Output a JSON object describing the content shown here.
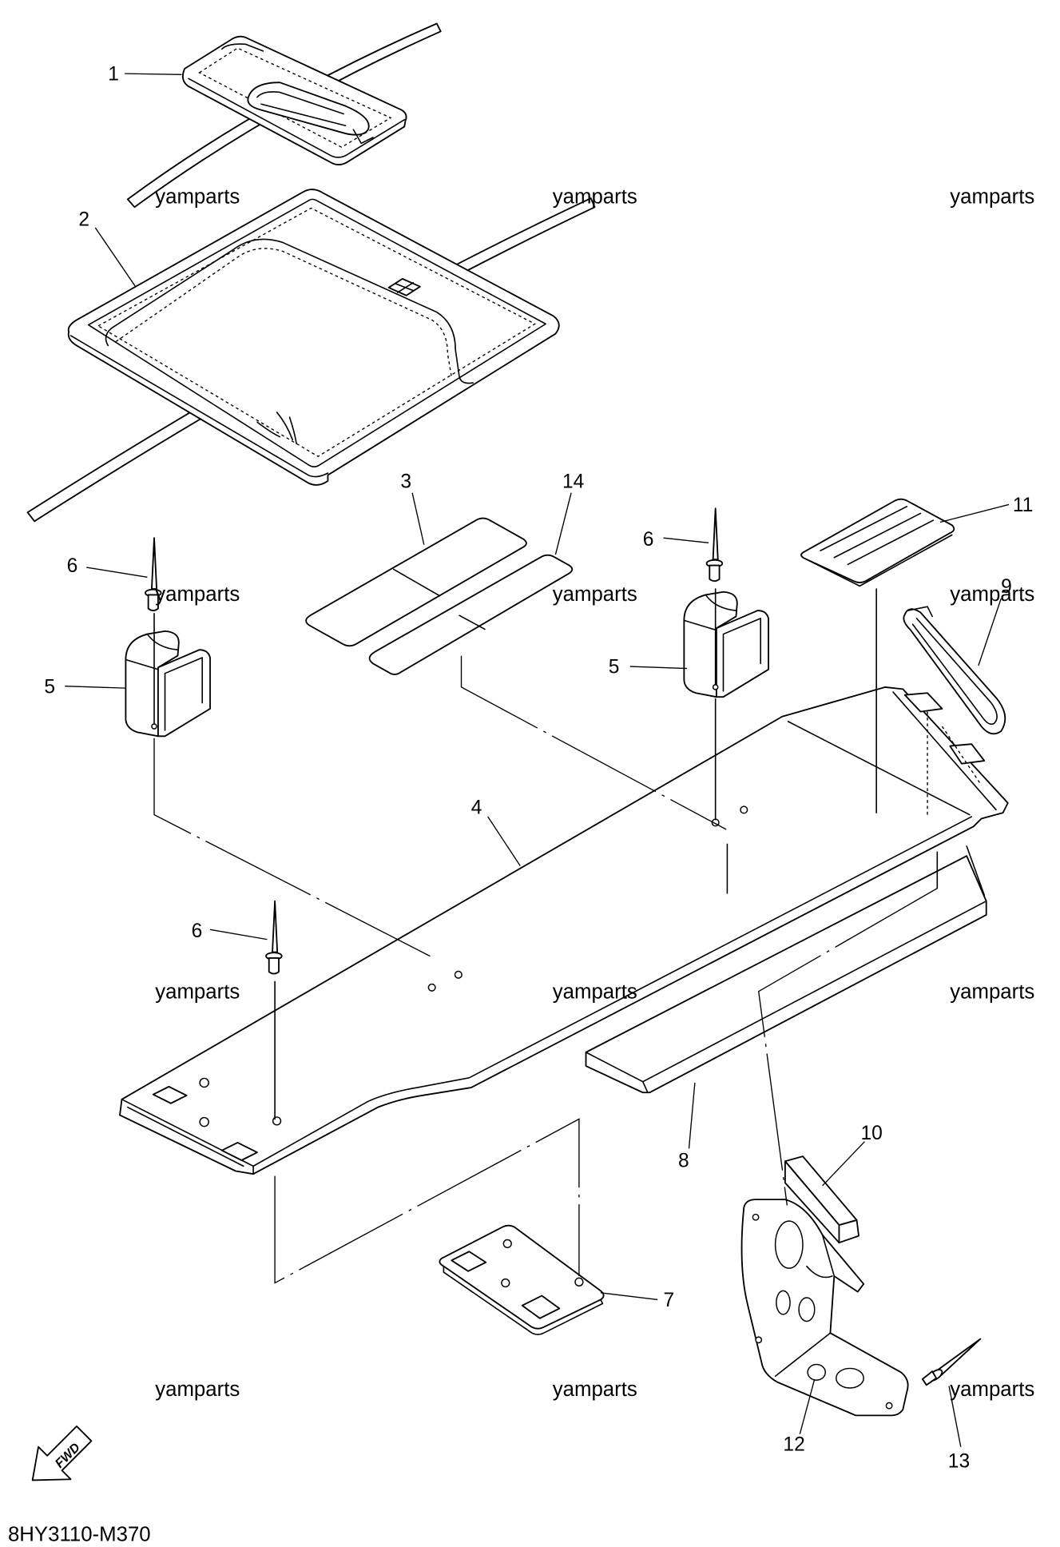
{
  "callouts": [
    "1",
    "2",
    "3",
    "14",
    "6",
    "5",
    "6",
    "5",
    "11",
    "9",
    "4",
    "6",
    "10",
    "8",
    "7",
    "12",
    "13"
  ],
  "watermark": "yamparts",
  "direction_label": "FWD",
  "diagram_code": "8HY3110-M370"
}
